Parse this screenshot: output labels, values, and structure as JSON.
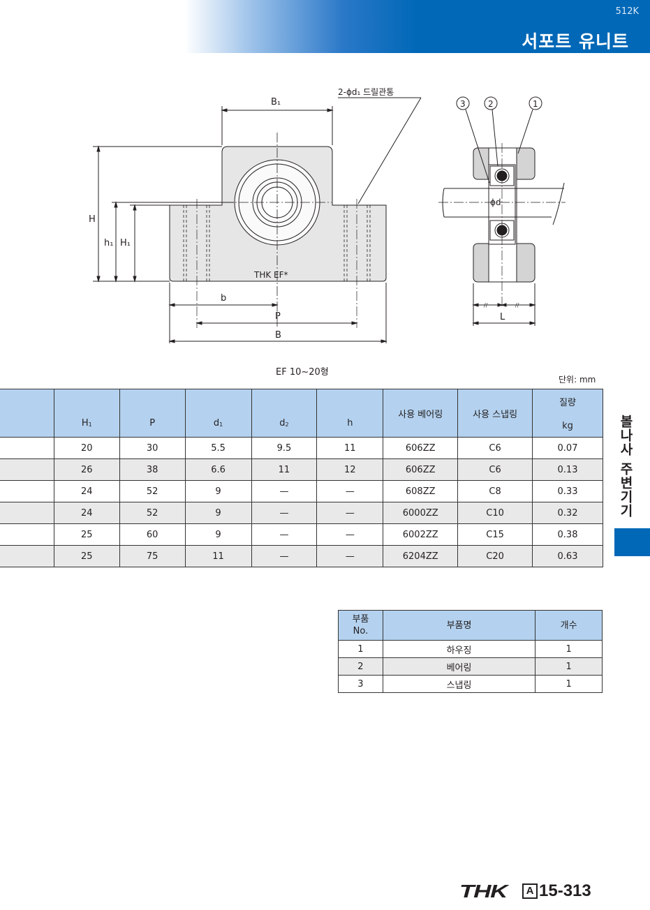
{
  "header": {
    "doc_code": "512K",
    "title": "서포트 유니트"
  },
  "drawing": {
    "label_b1": "B₁",
    "label_hole": "2-ϕd₁ 드릴관통",
    "label_H": "H",
    "label_h1": "h₁",
    "label_H1": "H₁",
    "label_model": "THK EF*",
    "label_b": "b",
    "label_P": "P",
    "label_B": "B",
    "label_phid": "ϕd",
    "label_L": "L",
    "callout_1": "1",
    "callout_2": "2",
    "callout_3": "3",
    "mark_1": "//",
    "mark_2": "//"
  },
  "caption": "EF 10~20형",
  "unit": "단위: mm",
  "spec_table": {
    "headers": {
      "blank": "",
      "h1_main": "H",
      "h1_sub": "1",
      "p": "P",
      "d1_main": "d",
      "d1_sub": "1",
      "d2_main": "d",
      "d2_sub": "2",
      "h": "h",
      "bearing": "사용 베어링",
      "snap": "사용 스냅링",
      "mass_1": "질량",
      "mass_2": "kg"
    },
    "rows": [
      {
        "H1": "20",
        "P": "30",
        "d1": "5.5",
        "d2": "9.5",
        "h": "11",
        "bearing": "606ZZ",
        "snap": "C6",
        "mass": "0.07"
      },
      {
        "H1": "26",
        "P": "38",
        "d1": "6.6",
        "d2": "11",
        "h": "12",
        "bearing": "606ZZ",
        "snap": "C6",
        "mass": "0.13"
      },
      {
        "H1": "24",
        "P": "52",
        "d1": "9",
        "d2": "—",
        "h": "—",
        "bearing": "608ZZ",
        "snap": "C8",
        "mass": "0.33"
      },
      {
        "H1": "24",
        "P": "52",
        "d1": "9",
        "d2": "—",
        "h": "—",
        "bearing": "6000ZZ",
        "snap": "C10",
        "mass": "0.32"
      },
      {
        "H1": "25",
        "P": "60",
        "d1": "9",
        "d2": "—",
        "h": "—",
        "bearing": "6002ZZ",
        "snap": "C15",
        "mass": "0.38"
      },
      {
        "H1": "25",
        "P": "75",
        "d1": "11",
        "d2": "—",
        "h": "—",
        "bearing": "6204ZZ",
        "snap": "C20",
        "mass": "0.63"
      }
    ]
  },
  "side_tab": {
    "label": "볼나사 주변기기"
  },
  "parts_table": {
    "headers": {
      "no_1": "부품",
      "no_2": "No.",
      "name": "부품명",
      "count": "개수"
    },
    "rows": [
      {
        "no": "1",
        "name": "하우징",
        "count": "1"
      },
      {
        "no": "2",
        "name": "베어링",
        "count": "1"
      },
      {
        "no": "3",
        "name": "스냅링",
        "count": "1"
      }
    ]
  },
  "footer": {
    "logo": "THK",
    "section": "A",
    "page": "15-313"
  },
  "colors": {
    "brand_blue": "#0068b7",
    "header_fill": "#b4d2ef",
    "row_alt": "#e9e9ea"
  }
}
